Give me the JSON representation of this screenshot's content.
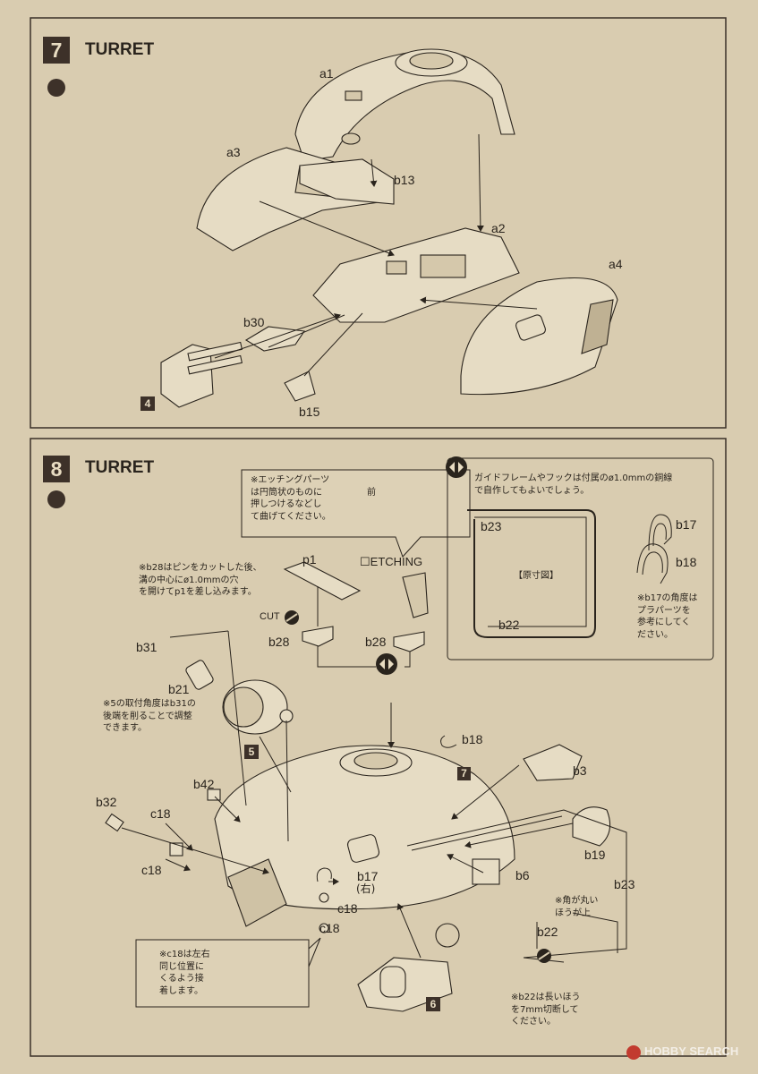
{
  "step7": {
    "number": "7",
    "title": "TURRET",
    "parts": {
      "a1": "a1",
      "a2": "a2",
      "a3": "a3",
      "a4": "a4",
      "b13": "b13",
      "b30": "b30",
      "b15": "b15"
    },
    "sub_ref": "4"
  },
  "step8": {
    "number": "8",
    "title": "TURRET",
    "etching_note": "※エッチングパーツ\nは円筒状のものに\n押しつけるなどし\nて曲げてください。",
    "front_label": "前",
    "etching_label": "☐ETCHING",
    "b28_note": "※b28はピンをカットした後、\n溝の中心にø1.0mmの穴\nを開けてp1を差し込みます。",
    "cut_label": "CUT",
    "mount_note": "※5の取付角度はb31の\n後端を削ることで調整\nできます。",
    "c18_note": "※c18は左右\n同じ位置に\nくるよう接\n着します。",
    "corner_note": "※角が丸い\nほうが上",
    "b22_note": "※b22は長いほう\nを7mm切断して\nください。",
    "guide_note": "ガイドフレームやフックは付属のø1.0mmの銅線\nで自作してもよいでしょう。",
    "actual_size": "【原寸図】",
    "b17_note": "※b17の角度は\nプラパーツを\n参考にしてく\nださい。",
    "right_mark": "(右)",
    "sub_refs": {
      "five": "5",
      "six": "6",
      "seven": "7"
    },
    "parts": {
      "p1": "p1",
      "b28a": "b28",
      "b28b": "b28",
      "b31": "b31",
      "b21": "b21",
      "b42": "b42",
      "b32": "b32",
      "c18a": "c18",
      "c18b": "c18",
      "c18c": "c18",
      "c18d": "c18",
      "b18": "b18",
      "b3": "b3",
      "b19": "b19",
      "b6": "b6",
      "b23": "b23",
      "b22": "b22",
      "b17": "b17",
      "box_b23": "b23",
      "box_b22": "b22",
      "box_b17": "b17",
      "box_b18": "b18"
    }
  },
  "watermark": "HOBBY SEARCH",
  "colors": {
    "paper": "#d9ccb0",
    "ink": "#2a241d",
    "part": "#e6dcc4",
    "frame": "#3d3129"
  }
}
